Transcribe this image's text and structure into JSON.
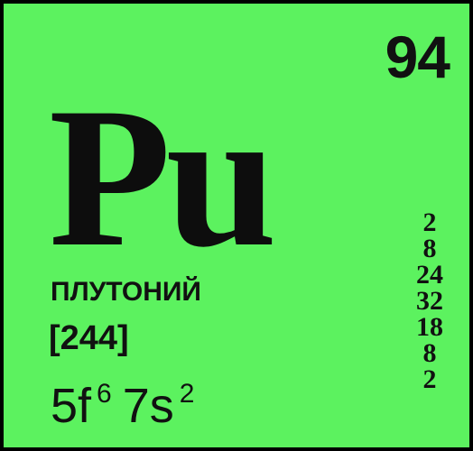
{
  "element": {
    "atomic_number": "94",
    "symbol": "Pu",
    "name": "ПЛУТОНИЙ",
    "atomic_mass": "[244]",
    "configuration": [
      {
        "orbital": "5f",
        "electrons": "6"
      },
      {
        "orbital": "7s",
        "electrons": "2"
      }
    ],
    "shells": [
      "2",
      "8",
      "24",
      "32",
      "18",
      "8",
      "2"
    ]
  },
  "colors": {
    "background": "#5cf25f",
    "text": "#111111",
    "border": "#000000"
  }
}
